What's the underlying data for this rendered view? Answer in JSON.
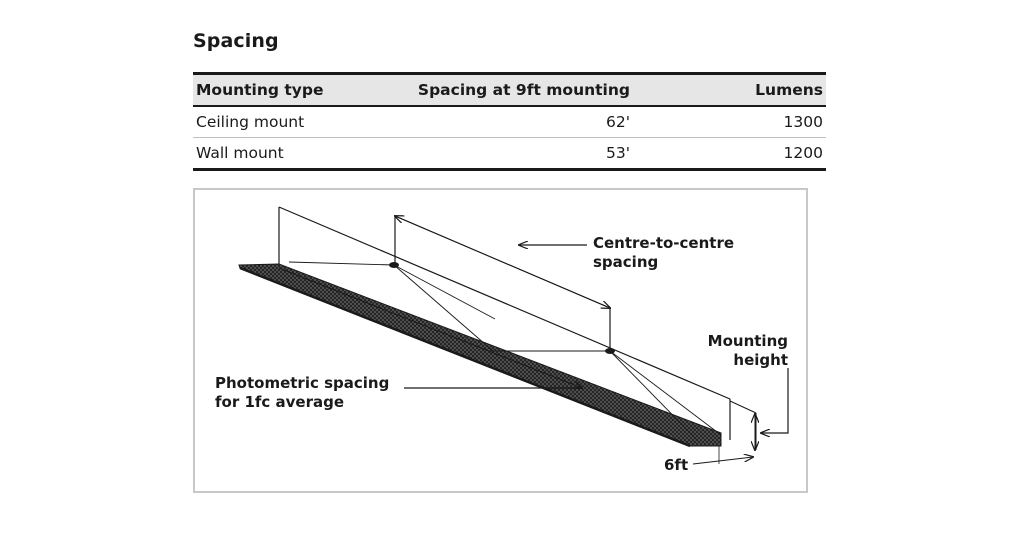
{
  "section_title": "Spacing",
  "table": {
    "headers": [
      "Mounting type",
      "Spacing at 9ft mounting",
      "Lumens"
    ],
    "rows": [
      [
        "Ceiling mount",
        "62'",
        "1300"
      ],
      [
        "Wall mount",
        "53'",
        "1200"
      ]
    ]
  },
  "diagram": {
    "centre_label_line1": "Centre-to-centre",
    "centre_label_line2": "spacing",
    "mounting_label_line1": "Mounting",
    "mounting_label_line2": "height",
    "photometric_label_line1": "Photometric spacing",
    "photometric_label_line2": "for 1fc average",
    "width_label": "6ft"
  }
}
